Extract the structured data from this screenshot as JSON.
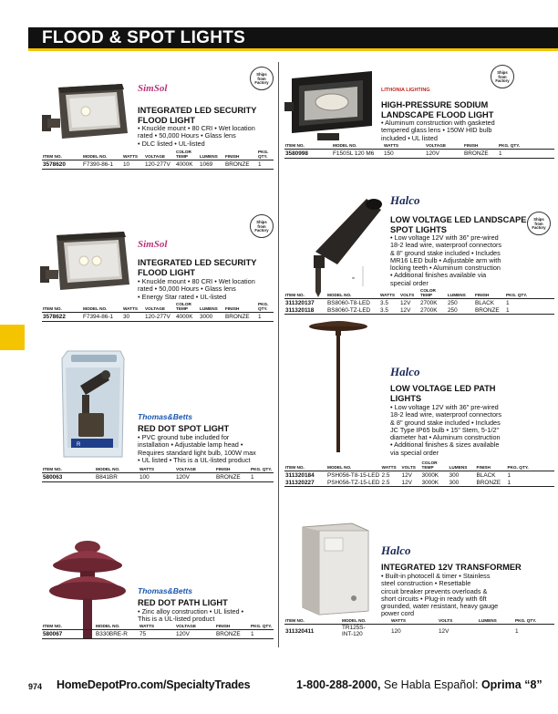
{
  "header": {
    "title": "FLOOD & SPOT LIGHTS"
  },
  "footer": {
    "page_number": "974",
    "url": "HomeDepotPro.com/SpecialtyTrades",
    "phone": "1-800-288-2000,",
    "spanish": "Se Habla Español:",
    "option": "Oprima “8”"
  },
  "badges": {
    "text_line1": "Ships",
    "text_line2": "from",
    "text_line3": "Factory"
  },
  "headers_watts": {
    "item": "ITEM NO.",
    "model": "MODEL NO.",
    "watts": "WATTS",
    "voltage": "VOLTAGE",
    "color_temp": "COLOR TEMP",
    "lumens": "LUMENS",
    "finish": "FINISH",
    "pkg": "PKG. QTY."
  },
  "p1": {
    "brand": "SimSol",
    "title_1": "INTEGRATED LED SECURITY",
    "title_2": "FLOOD LIGHT",
    "desc": [
      "• Knuckle mount • 80 CRI • Wet location",
      "rated • 50,000 Hours • Glass lens",
      "• DLC listed • UL-listed"
    ],
    "row": {
      "item": "3578620",
      "model": "F7390-86-1",
      "watts": "10",
      "voltage": "120-277V",
      "temp": "4000K",
      "lumens": "1069",
      "finish": "BRONZE",
      "qty": "1"
    }
  },
  "p2": {
    "brand": "SimSol",
    "title_1": "INTEGRATED LED SECURITY",
    "title_2": "FLOOD LIGHT",
    "desc": [
      "• Knuckle mount • 80 CRI • Wet location",
      "rated • 50,000 Hours • Glass lens",
      "• Energy Star rated • UL-listed"
    ],
    "row": {
      "item": "3578622",
      "model": "F7394-86-1",
      "watts": "30",
      "voltage": "120-277V",
      "temp": "4000K",
      "lumens": "3000",
      "finish": "BRONZE",
      "qty": "1"
    }
  },
  "p3": {
    "brand": "Thomas&Betts",
    "title": "RED DOT SPOT LIGHT",
    "desc": [
      "• PVC ground tube included for",
      "installation • Adjustable lamp head •",
      "Requires standard light bulb, 100W max",
      "• UL listed • This is a UL-listed product"
    ],
    "headers": {
      "item": "ITEM NO.",
      "model": "MODEL NO.",
      "watts": "WATTS",
      "voltage": "VOLTAGE",
      "finish": "FINISH",
      "pkg": "PKG. QTY."
    },
    "row": {
      "item": "580063",
      "model": "B841BR",
      "watts": "100",
      "voltage": "120V",
      "finish": "BRONZE",
      "qty": "1"
    }
  },
  "p4": {
    "brand": "Thomas&Betts",
    "title": "RED DOT PATH LIGHT",
    "desc": [
      "• Zinc alloy construction • UL listed •",
      "This is a UL-listed product"
    ],
    "headers": {
      "item": "ITEM NO.",
      "model": "MODEL NO.",
      "watts": "WATTS",
      "voltage": "VOLTAGE",
      "finish": "FINISH",
      "pkg": "PKG. QTY."
    },
    "row": {
      "item": "580067",
      "model": "B330BRE-R",
      "watts": "75",
      "voltage": "120V",
      "finish": "BRONZE",
      "qty": "1"
    }
  },
  "p5": {
    "brand": "LITHONIA LIGHTING",
    "title_1": "HIGH-PRESSURE SODIUM",
    "title_2": "LANDSCAPE FLOOD LIGHT",
    "desc": [
      "• Aluminum construction with gasketed",
      "tempered glass lens • 150W HID bulb",
      "included • UL listed"
    ],
    "headers": {
      "item": "ITEM NO.",
      "model": "MODEL NO.",
      "watts": "WATTS",
      "voltage": "VOLTAGE",
      "finish": "FINISH",
      "pkg": "PKG. QTY."
    },
    "row": {
      "item": "3580998",
      "model": "F150SL 120 M6",
      "watts": "150",
      "voltage": "120V",
      "finish": "BRONZE",
      "qty": "1"
    }
  },
  "p6": {
    "brand": "Halco",
    "title_1": "LOW VOLTAGE LED LANDSCAPE",
    "title_2": "SPOT LIGHTS",
    "desc": [
      "• Low voltage 12V with 36\" pre-wired",
      "18-2 lead wire, waterproof connectors",
      "& 8\" ground stake included • Includes",
      "MR16 LED bulb • Adjustable arm with",
      "locking teeth • Aluminum construction",
      "• Additional finishes available via",
      "special order"
    ],
    "headers": {
      "item": "ITEM NO.",
      "model": "MODEL NO.",
      "watts": "WATTS",
      "volts": "VOLTS",
      "color_temp": "COLOR TEMP",
      "lumens": "LUMENS",
      "finish": "FINISH",
      "pkg": "PKG. QTY."
    },
    "rows": [
      {
        "item": "311320137",
        "model": "BS8060-T8-LED",
        "watts": "3.5",
        "volts": "12V",
        "temp": "2700K",
        "lumens": "250",
        "finish": "BLACK",
        "qty": "1"
      },
      {
        "item": "311320118",
        "model": "BS8060-TZ-LED",
        "watts": "3.5",
        "volts": "12V",
        "temp": "2700K",
        "lumens": "250",
        "finish": "BRONZE",
        "qty": "1"
      }
    ]
  },
  "p7": {
    "brand": "Halco",
    "title_1": "LOW VOLTAGE LED PATH",
    "title_2": "LIGHTS",
    "desc": [
      "• Low voltage 12V with 36\" pre-wired",
      "18-2 lead wire, waterproof connectors",
      "& 8\" ground stake included • Includes",
      "JC Type IP65 bulb • 15\" Stem, 5-1/2\"",
      "diameter hat • Aluminum construction",
      "• Additional finishes & sizes available",
      "via special order"
    ],
    "headers": {
      "item": "ITEM NO.",
      "model": "MODEL NO.",
      "watts": "WATTS",
      "volts": "VOLTS",
      "color_temp": "COLOR TEMP",
      "lumens": "LUMENS",
      "finish": "FINISH",
      "pkg": "PKG. QTY."
    },
    "rows": [
      {
        "item": "311320184",
        "model": "PSH056-T8-15-LED",
        "watts": "2.5",
        "volts": "12V",
        "temp": "3000K",
        "lumens": "300",
        "finish": "BLACK",
        "qty": "1"
      },
      {
        "item": "311320227",
        "model": "PSH056-TZ-15-LED",
        "watts": "2.5",
        "volts": "12V",
        "temp": "3000K",
        "lumens": "300",
        "finish": "BRONZE",
        "qty": "1"
      }
    ]
  },
  "p8": {
    "brand": "Halco",
    "title": "INTEGRATED 12V TRANSFORMER",
    "desc": [
      "• Built-in photocell & timer • Stainless",
      "steel construction • Resettable",
      "circuit breaker prevents overloads &",
      "short circuits • Plug-in ready with 6ft",
      "grounded, water resistant, heavy gauge",
      "power cord"
    ],
    "headers": {
      "item": "ITEM NO.",
      "model": "MODEL NO.",
      "watts": "WATTS",
      "volts": "VOLTS",
      "lumens": "LUMENS",
      "pkg": "PKG. QTY."
    },
    "row": {
      "item": "311320411",
      "model_1": "TR125S-",
      "model_2": "INT-120",
      "watts": "120",
      "volts": "12V",
      "qty": "1"
    }
  },
  "colors": {
    "accent": "#f5c400",
    "banner": "#111111",
    "brand_blue": "#1a56b0",
    "sol_pink": "#b8327a"
  }
}
